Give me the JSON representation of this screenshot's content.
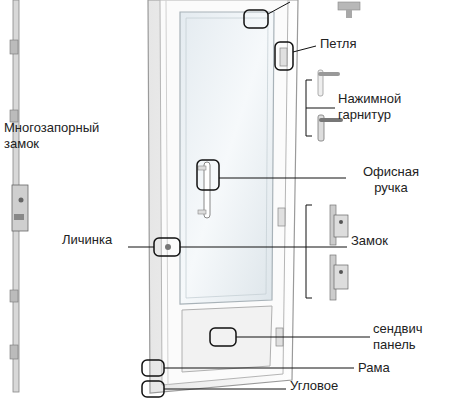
{
  "diagram": {
    "labels": [
      "Петля",
      "Нажимной гарнитур",
      "Многозапорный замок",
      "Офисная ручка",
      "Личинка",
      "Замок",
      "сендвич панель",
      "Рама",
      "Угловое"
    ]
  }
}
